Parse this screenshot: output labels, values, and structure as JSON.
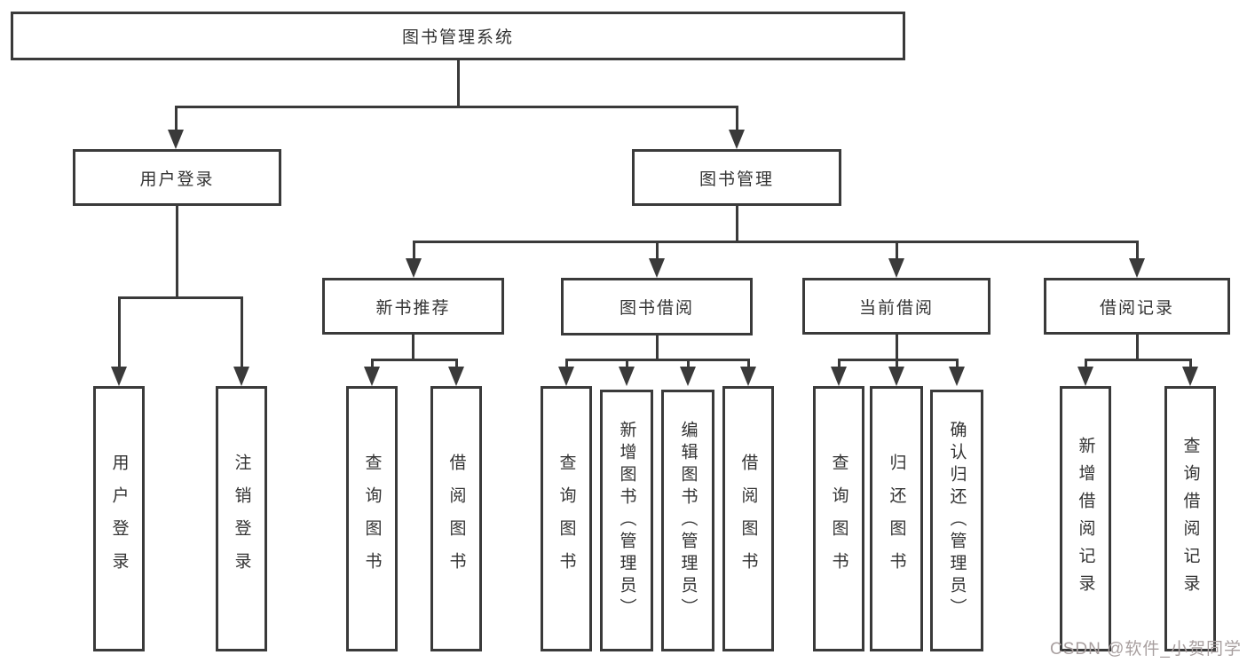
{
  "labels": {
    "root": "图书管理系统",
    "user_login": "用户登录",
    "book_mgmt": "图书管理",
    "new_book_rec": "新书推荐",
    "book_borrow": "图书借阅",
    "current_borrow": "当前借阅",
    "borrow_records": "借阅记录",
    "leaf_user_login": "用户登录",
    "leaf_logout": "注销登录",
    "leaf_nb_query": "查询图书",
    "leaf_nb_borrow": "借阅图书",
    "leaf_bb_query": "查询图书",
    "leaf_bb_add": "新增图书（管理员）",
    "leaf_bb_edit": "编辑图书（管理员）",
    "leaf_bb_borrow": "借阅图书",
    "leaf_cb_query": "查询图书",
    "leaf_cb_return": "归还图书",
    "leaf_cb_confirm": "确认归还（管理员）",
    "leaf_br_add": "新增借阅记录",
    "leaf_br_query": "查询借阅记录"
  },
  "watermark": "CSDN @软件_小贺同学",
  "colors": {
    "line": "#3a3a3a",
    "text": "#333333",
    "watermark": "#a89f9f",
    "background": "#ffffff"
  }
}
